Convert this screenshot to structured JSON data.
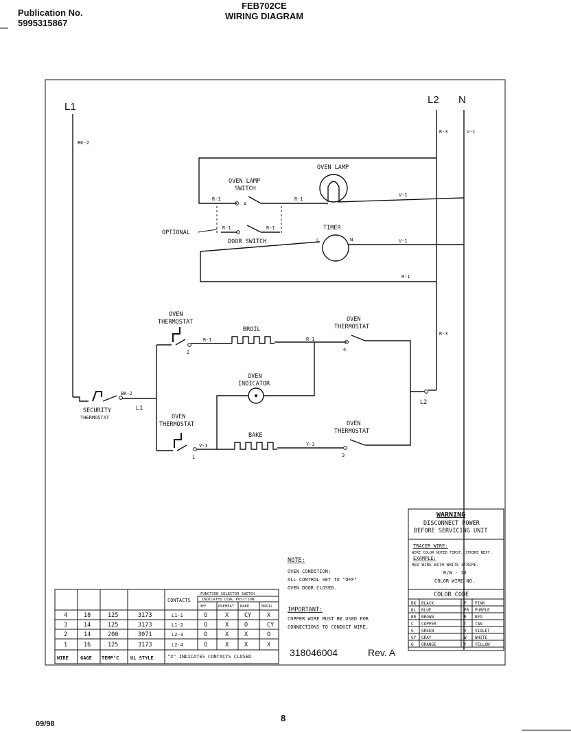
{
  "header": {
    "publication_label": "Publication No.",
    "publication_number": "5995315867",
    "model": "FEB702CE",
    "title": "WIRING DIAGRAM"
  },
  "footer": {
    "date": "09/98",
    "page": "8"
  },
  "diagram": {
    "lines": {
      "l1": "L1",
      "l2": "L2",
      "n": "N",
      "l2_node": "L2",
      "l1_node": "L1"
    },
    "wires": {
      "bk2_a": "BK-2",
      "bk2_b": "BK-2",
      "r3_a": "R-3",
      "r3_b": "R-3",
      "v1_a": "V-1",
      "v1_b": "V-1",
      "v1_c": "V-1",
      "r1_a": "R-1",
      "r1_b": "R-1",
      "r1_c": "R-1",
      "r1_d": "R-1",
      "r1_e": "R-1",
      "r1_f": "R-1",
      "r1_g": "R-1",
      "v1_d": "V-1",
      "y3": "Y-3"
    },
    "components": {
      "oven_lamp": "OVEN LAMP",
      "oven_lamp_switch_1": "OVEN LAMP",
      "oven_lamp_switch_2": "SWITCH",
      "optional": "OPTIONAL",
      "door_switch": "DOOR SWITCH",
      "timer": "TIMER",
      "timer_l": "L",
      "timer_n": "N",
      "oven_thermostat_a1": "OVEN",
      "oven_thermostat_a2": "THERMOSTAT",
      "broil": "BROIL",
      "oven_thermostat_b1": "OVEN",
      "oven_thermostat_b2": "THERMOSTAT",
      "oven_indicator_1": "OVEN",
      "oven_indicator_2": "INDICATOR",
      "security_1": "SECURITY",
      "security_2": "THERMOSTAT",
      "oven_thermostat_c1": "OVEN",
      "oven_thermostat_c2": "THERMOSTAT",
      "bake": "BAKE",
      "oven_thermostat_d1": "OVEN",
      "oven_thermostat_d2": "THERMOSTAT",
      "contact_1": "1",
      "contact_2": "2",
      "contact_3": "3",
      "contact_4": "4",
      "a_mark": "A"
    }
  },
  "warning": {
    "title": "WARNING",
    "line1": "DISCONNECT POWER",
    "line2": "BEFORE SERVICING UNIT",
    "tracer_title": "TRACER WIRE:",
    "tracer_1": "WIRE COLOR NOTED FIRST, STRIPE NEXT.",
    "tracer_2": "EXAMPLE:",
    "tracer_3": "RED WIRE WITH WHITE STRIPE.",
    "tracer_4": "R/W - 10",
    "tracer_5": "COLOR WIRE NO."
  },
  "color_code": {
    "title": "COLOR CODE",
    "rows": [
      [
        "BK",
        "BLACK",
        "P",
        "PINK"
      ],
      [
        "BL",
        "BLUE",
        "PR",
        "PURPLE"
      ],
      [
        "BR",
        "BROWN",
        "R",
        "RED"
      ],
      [
        "C",
        "COPPER",
        "T",
        "TAN"
      ],
      [
        "G",
        "GREEN",
        "V",
        "VIOLET"
      ],
      [
        "GY",
        "GRAY",
        "W",
        "WHITE"
      ],
      [
        "O",
        "ORANGE",
        "Y",
        "YELLOW"
      ]
    ]
  },
  "notes": {
    "note_title": "NOTE:",
    "note_1": "OVEN CONDITION:",
    "note_2": "ALL CONTROL SET TO \"OFF\"",
    "note_3": "OVEN DOOR CLOSED.",
    "important_title": "IMPORTANT:",
    "important_1": "COPPER WIRE MUST BE USED FOR",
    "important_2": "CONNECTIONS TO CONDUIT WIRE."
  },
  "wire_table": {
    "footer": [
      "WIRE",
      "GAGE",
      "TEMP°C",
      "UL STYLE"
    ],
    "rows": [
      [
        "4",
        "18",
        "125",
        "3173"
      ],
      [
        "3",
        "14",
        "125",
        "3173"
      ],
      [
        "2",
        "14",
        "200",
        "3071"
      ],
      [
        "1",
        "16",
        "125",
        "3173"
      ]
    ]
  },
  "contact_table": {
    "header_top": "FUNCTION SELECTOR SWITCH",
    "header_mid": "INDICATED DIAL POSITION",
    "col_contacts": "CONTACTS",
    "cols": [
      "OFF",
      "PREHEAT",
      "BAKE",
      "BROIL"
    ],
    "rows": [
      [
        "L1-1",
        "O",
        "X",
        "CY",
        "X"
      ],
      [
        "L1-2",
        "O",
        "X",
        "O",
        "CY"
      ],
      [
        "L2-3",
        "O",
        "X",
        "X",
        "O"
      ],
      [
        "L2-4",
        "O",
        "X",
        "X",
        "X"
      ]
    ],
    "footer": "\"X\" INDICATES CONTACTS CLOSED"
  },
  "part_number": "318046004",
  "revision": "Rev. A"
}
